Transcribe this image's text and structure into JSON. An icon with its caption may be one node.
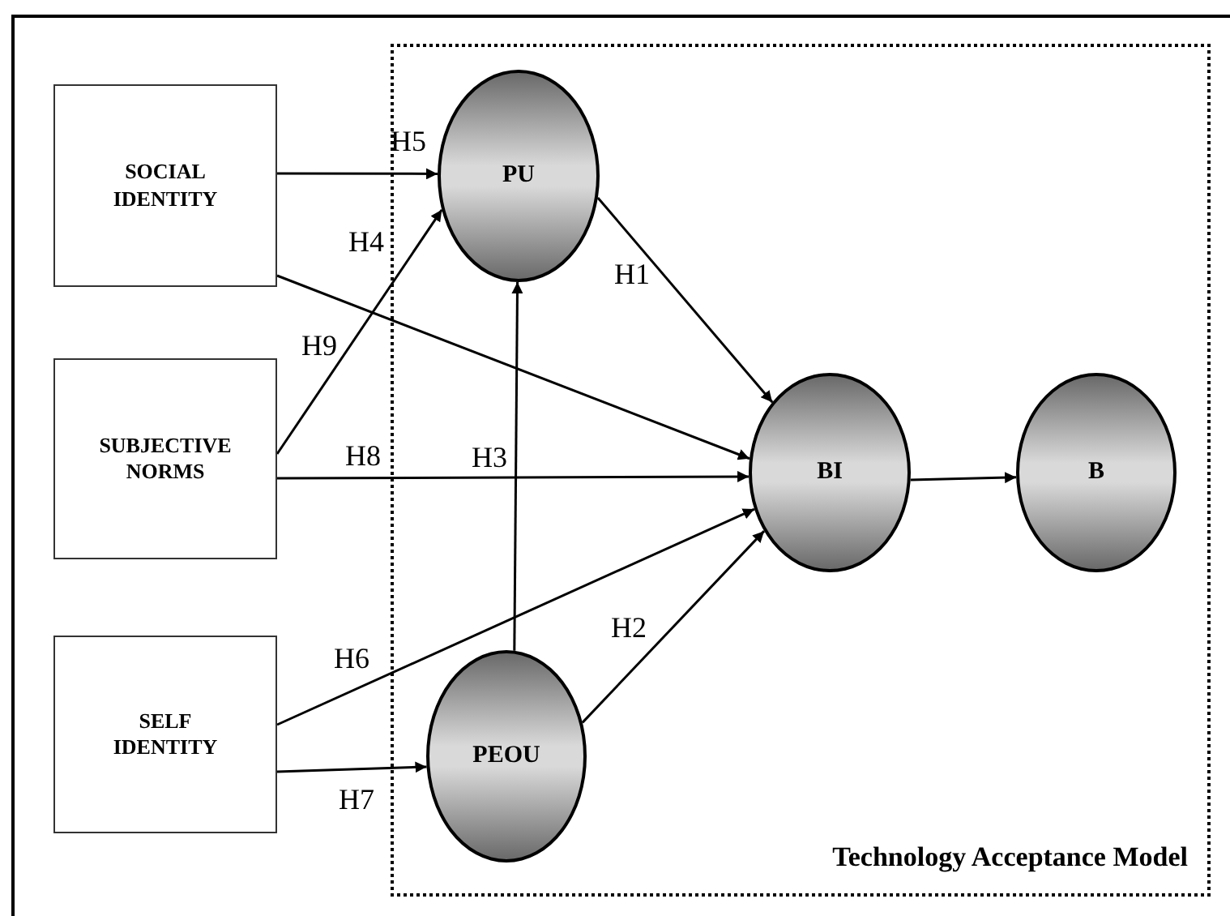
{
  "diagram": {
    "nodes": [
      {
        "text": [
          "SOCIAL IDENTITY"
        ]
      },
      {
        "text": [
          "Technology Acceptance Model"
        ]
      },
      {
        "text": [
          "PU"
        ],
        "in": 1
      },
      {
        "text": [
          "SUBJECTIVE NORMS"
        ]
      },
      {
        "text": [
          "BI"
        ],
        "in": 1
      },
      {
        "text": [
          "B"
        ],
        "in": 1
      },
      {
        "text": [
          "SELF IDENTITY"
        ]
      },
      {
        "text": [
          "PEOU"
        ],
        "in": 1
      }
    ],
    "edges": [
      {
        "from": 0,
        "to": 2,
        "arrow": "to",
        "label": "H5"
      },
      {
        "from": 0,
        "to": 4,
        "arrow": "to",
        "label": "H4"
      },
      {
        "from": 3,
        "to": 2,
        "arrow": "to",
        "label": "H9"
      },
      {
        "from": 3,
        "to": 4,
        "arrow": "to",
        "label": "H8"
      },
      {
        "from": 7,
        "to": 2,
        "arrow": "to",
        "label": "H3"
      },
      {
        "from": 2,
        "to": 4,
        "arrow": "to",
        "label": "H1"
      },
      {
        "from": 6,
        "to": 4,
        "arrow": "to",
        "label": "H6"
      },
      {
        "from": 6,
        "to": 7,
        "arrow": "to",
        "label": "H7"
      },
      {
        "from": 7,
        "to": 4,
        "arrow": "to",
        "label": "H2"
      },
      {
        "from": 4,
        "to": 5,
        "arrow": "to"
      }
    ]
  }
}
